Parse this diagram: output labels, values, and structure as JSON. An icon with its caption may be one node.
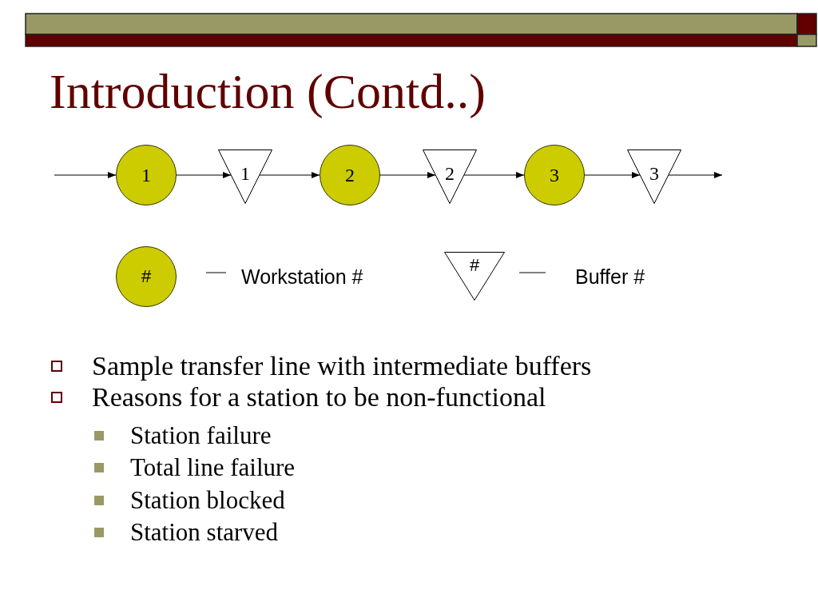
{
  "diagram": {
    "title": "Introduction (Contd..)",
    "nodes": [
      {
        "text": [
          "1"
        ]
      },
      {
        "text": [
          "1"
        ]
      },
      {
        "text": [
          "2"
        ]
      },
      {
        "text": [
          "2"
        ]
      },
      {
        "text": [
          "3"
        ]
      },
      {
        "text": [
          "3"
        ]
      },
      {
        "text": [
          "#"
        ],
        "beside": [
          "Workstation #"
        ]
      },
      {
        "text": [
          "#"
        ],
        "beside": [
          "Buffer #"
        ]
      }
    ],
    "edges": [
      {
        "from": null,
        "to": 0,
        "arrow": "to"
      },
      {
        "from": 0,
        "to": 1,
        "arrow": "to"
      },
      {
        "from": 1,
        "to": 2,
        "arrow": "to"
      },
      {
        "from": 2,
        "to": 3,
        "arrow": "to"
      },
      {
        "from": 3,
        "to": 4,
        "arrow": "to"
      },
      {
        "from": 4,
        "to": 5,
        "arrow": "to"
      },
      {
        "from": 5,
        "to": null,
        "arrow": "to"
      }
    ],
    "labels": [
      "Sample transfer line with intermediate buffers",
      "Reasons for a station to be non-functional",
      "Station failure",
      "Total line failure",
      "Station blocked",
      "Station starved"
    ]
  }
}
